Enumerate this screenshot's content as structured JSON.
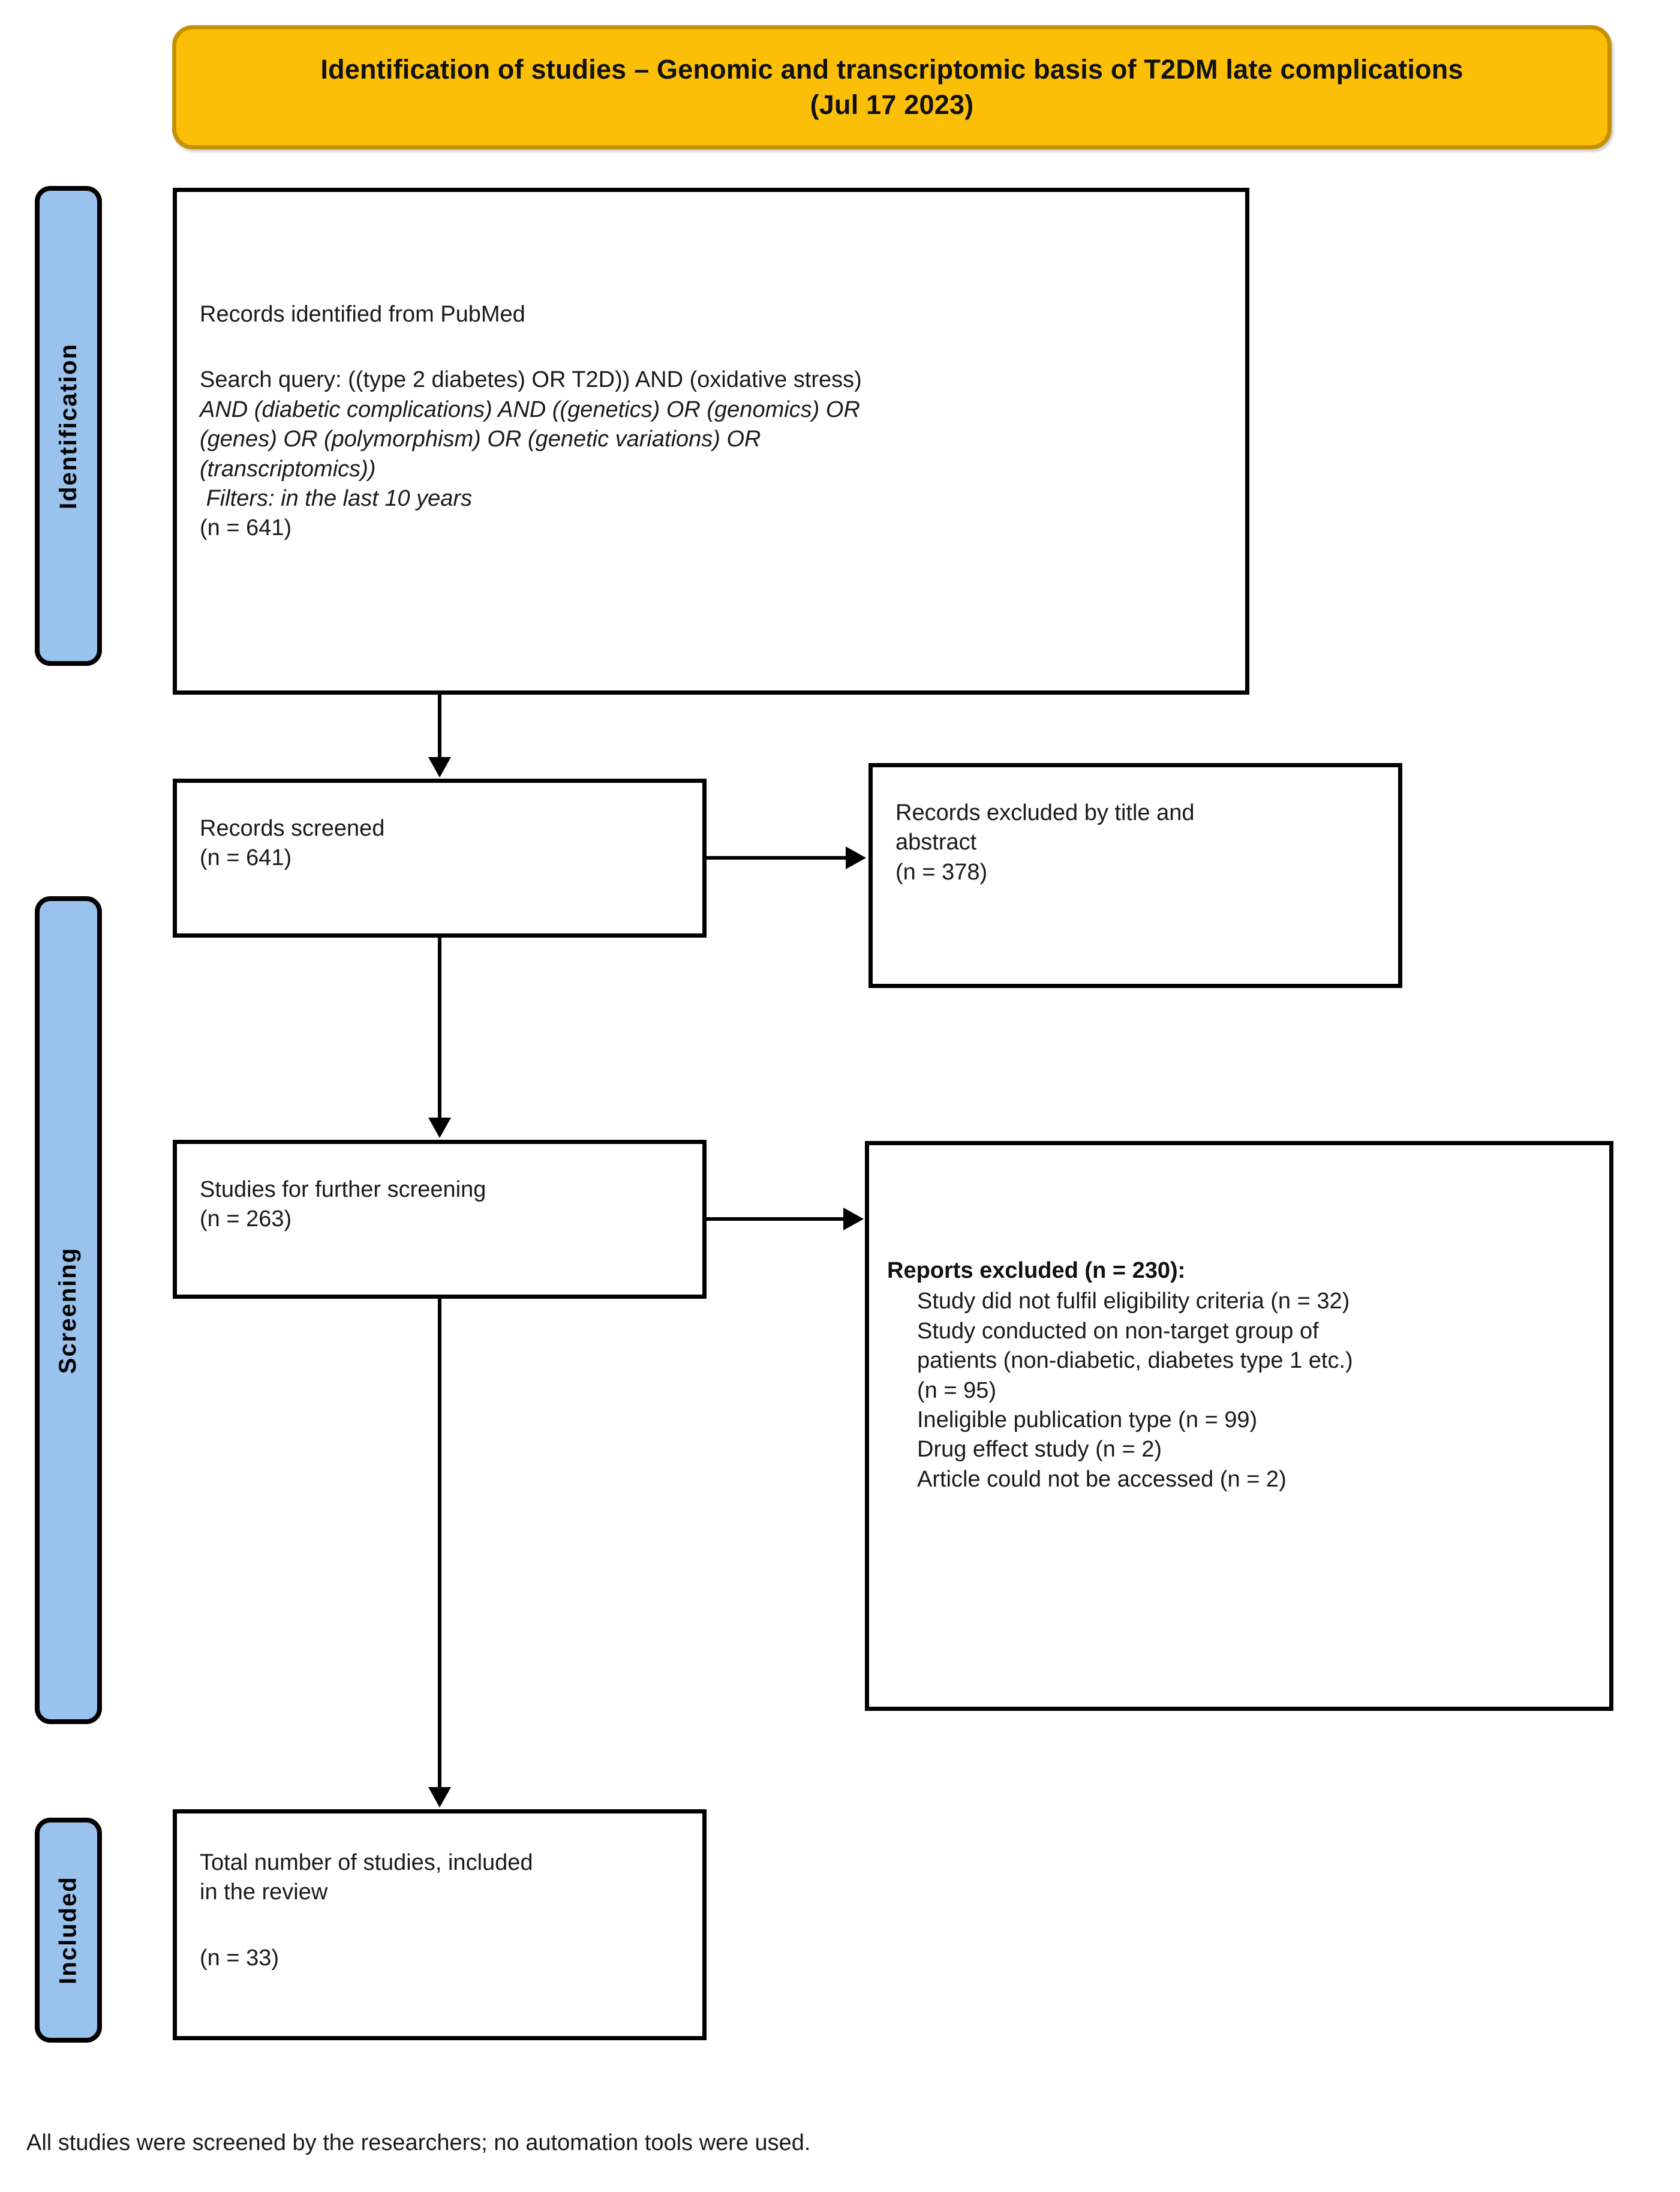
{
  "title": {
    "line1": "Identification of studies – Genomic and transcriptomic basis of T2DM late complications",
    "line2": "(Jul 17 2023)"
  },
  "stages": {
    "identification": "Identification",
    "screening": "Screening",
    "included": "Included"
  },
  "boxes": {
    "identified": {
      "heading": "Records identified from PubMed",
      "query_line1": "Search query: ",
      "query_line1_italic": "((type 2 diabetes) OR T2D)) AND (oxidative stress)",
      "query_line2": "AND (diabetic complications) AND ((genetics) OR (genomics) OR",
      "query_line3": "(genes) OR (polymorphism) OR (genetic variations) OR",
      "query_line4": "(transcriptomics))",
      "filters": " Filters: in the last 10 years",
      "count": "(n = 641)"
    },
    "screened": {
      "label": "Records screened",
      "count": "(n = 641)"
    },
    "excluded_title_abstract": {
      "label_line1": "Records excluded by title and",
      "label_line2": "abstract",
      "count": "(n = 378)"
    },
    "further_screening": {
      "label": "Studies for further screening",
      "count": "(n = 263)"
    },
    "reports_excluded": {
      "heading": "Reports excluded (n = 230):",
      "items": [
        "Study did not fulfil eligibility criteria (n = 32)",
        "Study conducted on non-target group of",
        "patients (non-diabetic, diabetes type 1 etc.)",
        "(n = 95)",
        "Ineligible publication type (n = 99)",
        "Drug effect study (n = 2)",
        "Article could not be accessed (n = 2)"
      ]
    },
    "included_total": {
      "label_line1": "Total number of studies, included",
      "label_line2": "in the review",
      "count": "(n = 33)"
    }
  },
  "footnote": "All studies were screened by the researchers; no automation tools were used.",
  "colors": {
    "banner_fill": "#FBBF07",
    "banner_border": "#C59103",
    "stage_fill": "#99C2EC",
    "box_border": "#000000",
    "background": "#FFFFFF"
  },
  "chart_data": {
    "type": "diagram",
    "diagram_kind": "PRISMA flow diagram",
    "nodes": [
      {
        "id": "identified",
        "stage": "Identification",
        "label": "Records identified from PubMed",
        "n": 641
      },
      {
        "id": "screened",
        "stage": "Screening",
        "label": "Records screened",
        "n": 641
      },
      {
        "id": "excluded_title_abstract",
        "stage": "Screening",
        "label": "Records excluded by title and abstract",
        "n": 378
      },
      {
        "id": "further_screening",
        "stage": "Screening",
        "label": "Studies for further screening",
        "n": 263
      },
      {
        "id": "reports_excluded",
        "stage": "Screening",
        "label": "Reports excluded",
        "n": 230
      },
      {
        "id": "included_total",
        "stage": "Included",
        "label": "Total number of studies, included in the review",
        "n": 33
      }
    ],
    "edges": [
      {
        "from": "identified",
        "to": "screened",
        "direction": "down"
      },
      {
        "from": "screened",
        "to": "excluded_title_abstract",
        "direction": "right"
      },
      {
        "from": "screened",
        "to": "further_screening",
        "direction": "down"
      },
      {
        "from": "further_screening",
        "to": "reports_excluded",
        "direction": "right"
      },
      {
        "from": "further_screening",
        "to": "included_total",
        "direction": "down"
      }
    ],
    "exclusion_breakdown": [
      {
        "reason": "Study did not fulfil eligibility criteria",
        "n": 32
      },
      {
        "reason": "Study conducted on non-target group of patients (non-diabetic, diabetes type 1 etc.)",
        "n": 95
      },
      {
        "reason": "Ineligible publication type",
        "n": 99
      },
      {
        "reason": "Drug effect study",
        "n": 2
      },
      {
        "reason": "Article could not be accessed",
        "n": 2
      }
    ]
  }
}
